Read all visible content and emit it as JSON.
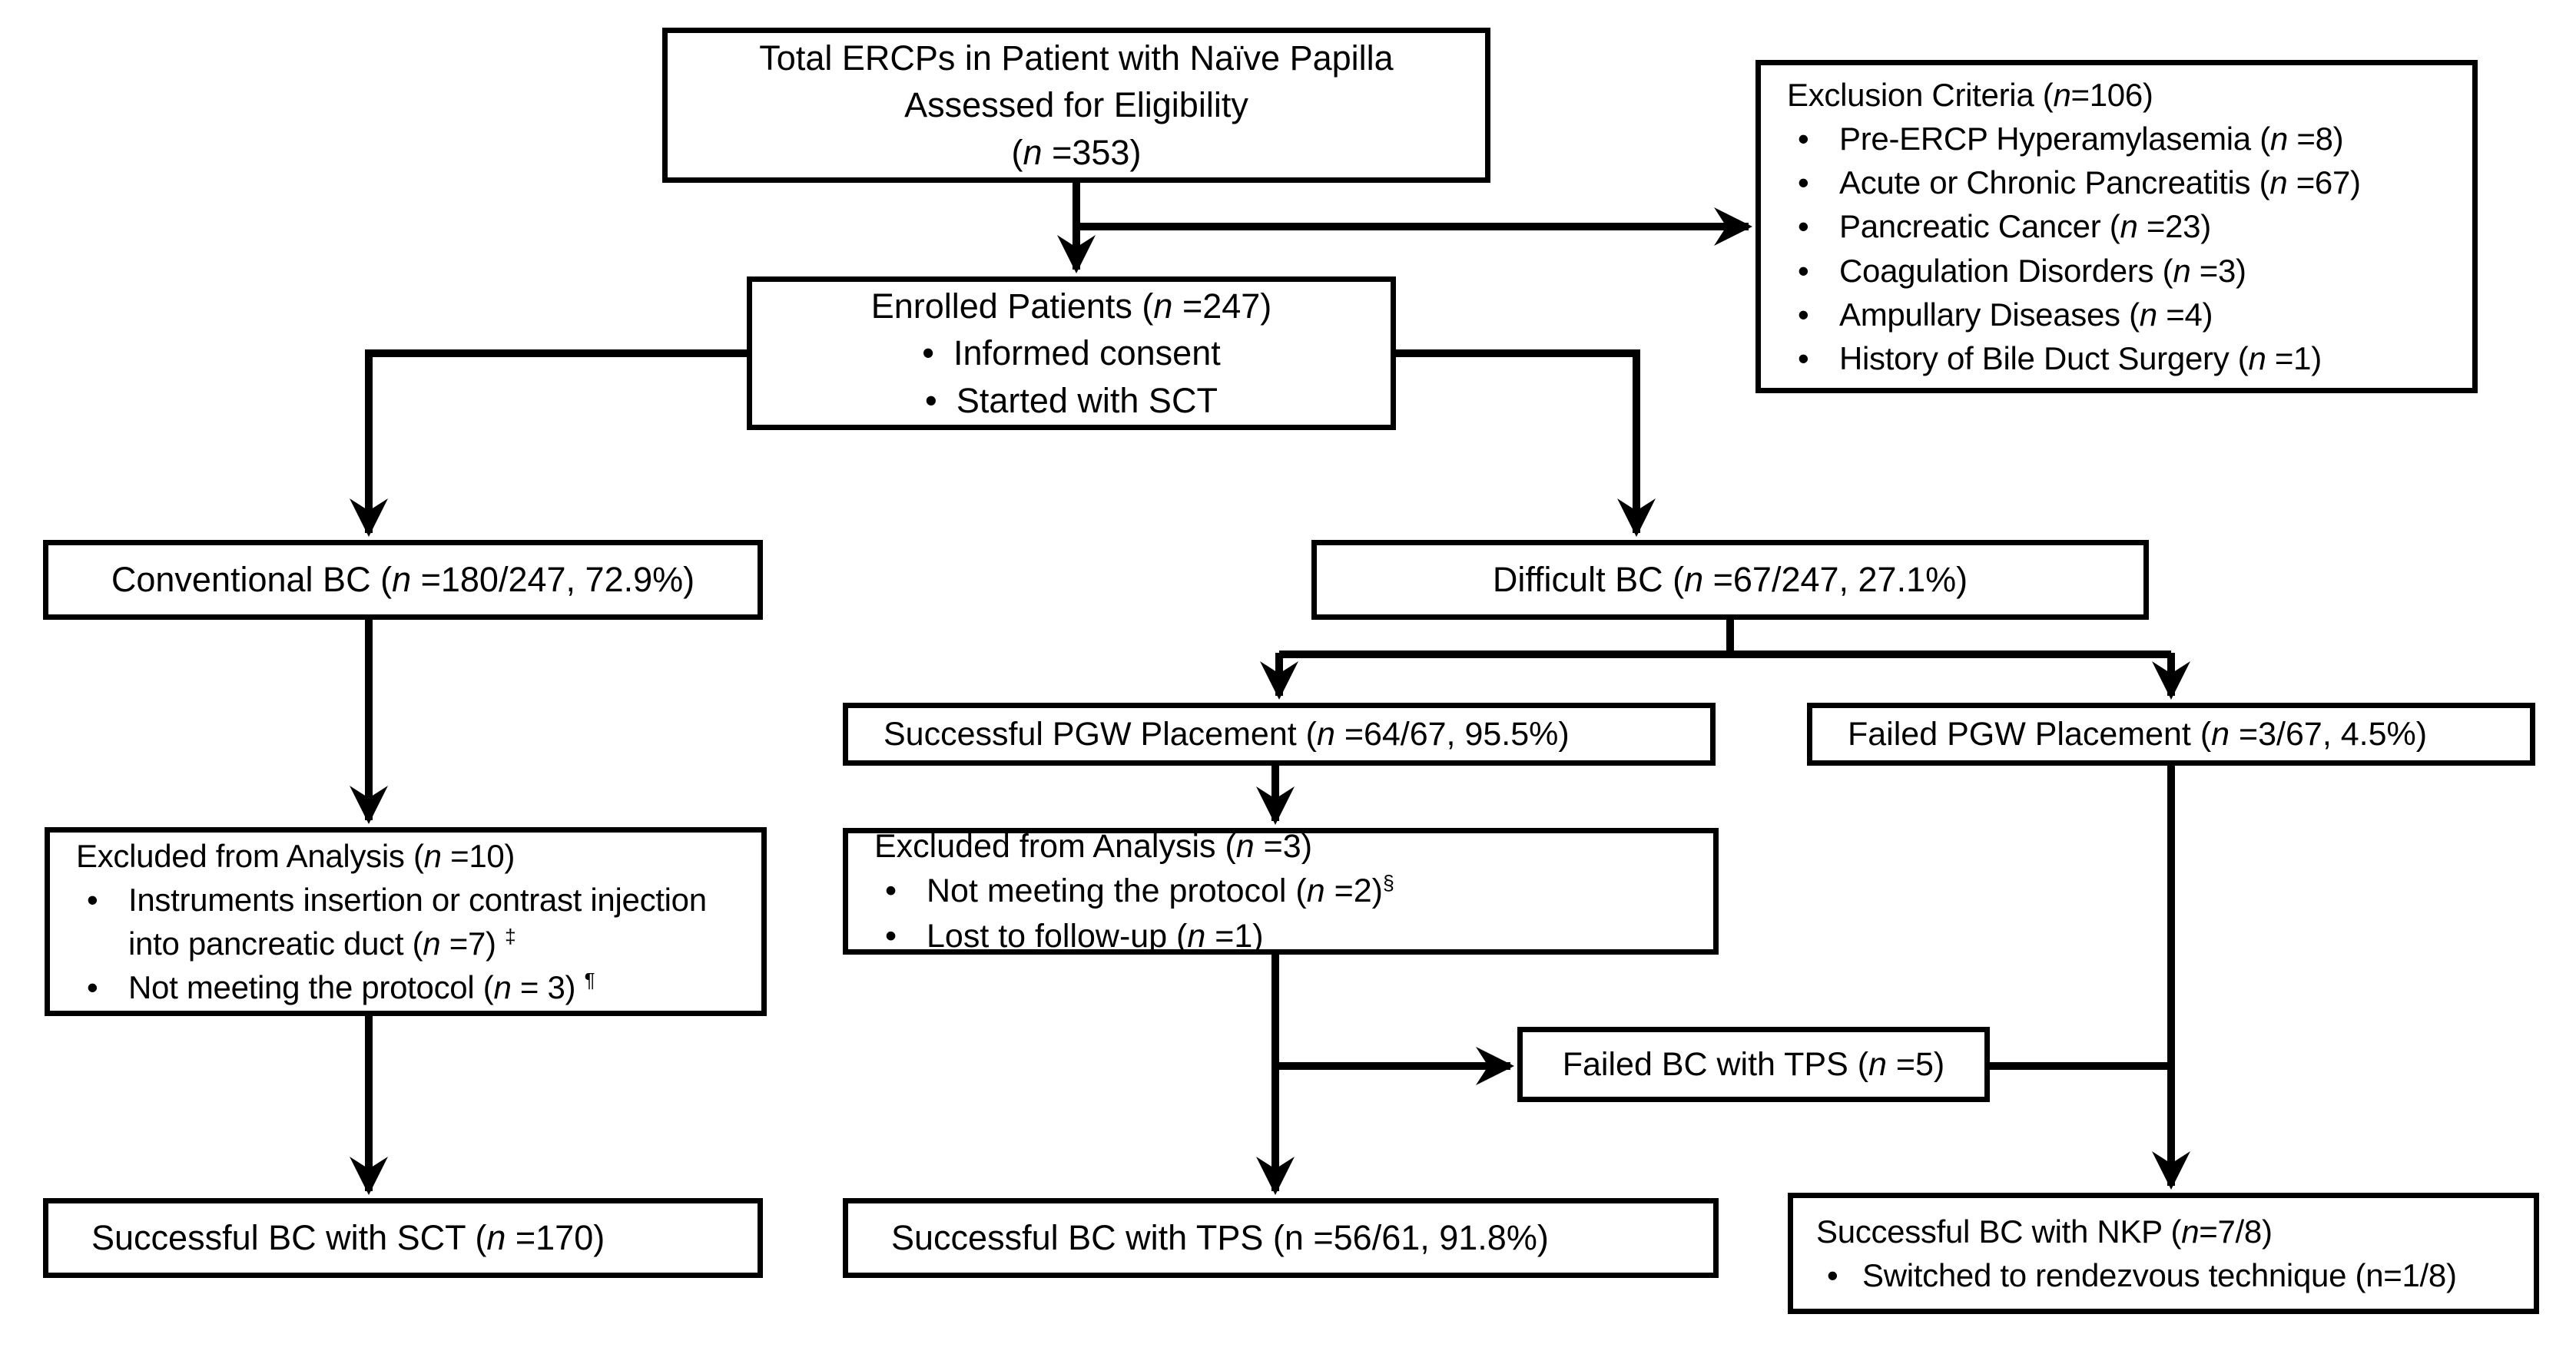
{
  "boxes": {
    "total": {
      "line1": "Total ERCPs in Patient with Naïve Papilla",
      "line2": "Assessed for Eligibility",
      "n_pre": "(",
      "n": "n",
      "n_post": " =353)"
    },
    "exclusion": {
      "title_pre": "Exclusion Criteria (",
      "title_n": "n",
      "title_post": "=106)",
      "items": [
        {
          "pre": "Pre-ERCP Hyperamylasemia (",
          "n": "n",
          "post": " =8)"
        },
        {
          "pre": "Acute or Chronic Pancreatitis (",
          "n": "n",
          "post": " =67)"
        },
        {
          "pre": "Pancreatic Cancer (",
          "n": "n",
          "post": " =23)"
        },
        {
          "pre": "Coagulation Disorders (",
          "n": "n",
          "post": " =3)"
        },
        {
          "pre": "Ampullary Diseases (",
          "n": "n",
          "post": " =4)"
        },
        {
          "pre": "History of Bile Duct Surgery (",
          "n": "n",
          "post": " =1)"
        }
      ]
    },
    "enrolled": {
      "title_pre": "Enrolled Patients (",
      "title_n": "n",
      "title_post": " =247)",
      "bullets": [
        "Informed consent",
        "Started with SCT"
      ]
    },
    "conventional": {
      "pre": "Conventional BC (",
      "n": "n",
      "post": " =180/247, 72.9%)"
    },
    "difficult": {
      "pre": "Difficult BC (",
      "n": "n",
      "post": " =67/247, 27.1%)"
    },
    "pgw_success": {
      "pre": "Successful PGW Placement (",
      "n": "n",
      "post": " =64/67, 95.5%)"
    },
    "pgw_failed": {
      "pre": "Failed PGW Placement (",
      "n": "n",
      "post": " =3/67, 4.5%)"
    },
    "excluded10": {
      "title_pre": "Excluded from Analysis (",
      "title_n": "n",
      "title_post": " =10)",
      "items": [
        {
          "pre": "Instruments insertion or contrast injection into pancreatic duct (",
          "n": "n",
          "post": " =7) ",
          "sup": "‡"
        },
        {
          "pre": "Not meeting the protocol (",
          "n": "n",
          "post": " = 3) ",
          "sup": "¶"
        }
      ]
    },
    "excluded3": {
      "title_pre": "Excluded from Analysis (",
      "title_n": "n",
      "title_post": " =3)",
      "items": [
        {
          "pre": "Not meeting the protocol (",
          "n": "n",
          "post": " =2)",
          "sup": "§"
        },
        {
          "pre": "Lost to follow-up (",
          "n": "n",
          "post": " =1)",
          "sup": ""
        }
      ]
    },
    "failed_tps": {
      "pre": "Failed BC with TPS (",
      "n": "n",
      "post": " =5)"
    },
    "sct_success": {
      "pre": "Successful BC with SCT (",
      "n": "n",
      "post": " =170)"
    },
    "tps_success": {
      "text": "Successful BC with TPS (n =56/61, 91.8%)"
    },
    "nkp_success": {
      "title_pre": "Successful BC with NKP (",
      "title_n": "n",
      "title_post": "=7/8)",
      "bullet": "Switched to rendezvous technique (n=1/8)"
    }
  },
  "style": {
    "line_color": "#000000"
  }
}
